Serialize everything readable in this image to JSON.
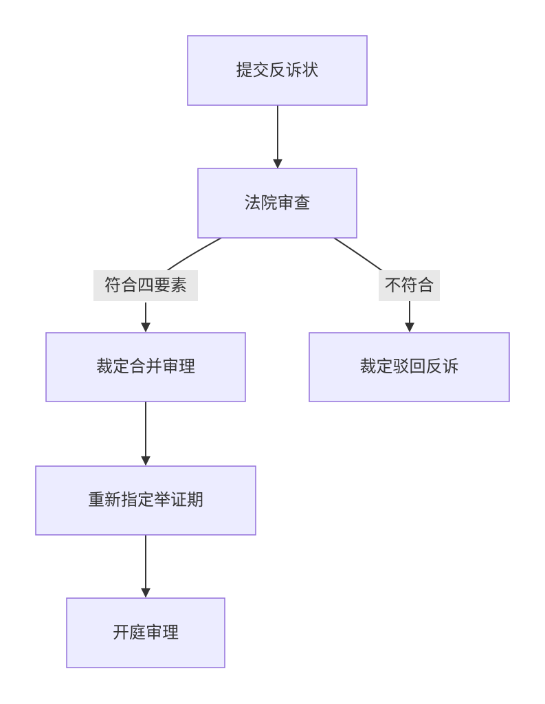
{
  "nodes": {
    "submit": "提交反诉状",
    "review": "法院审查",
    "merge": "裁定合并审理",
    "reject": "裁定驳回反诉",
    "reassign": "重新指定举证期",
    "trial": "开庭审理"
  },
  "edge_labels": {
    "meets": "符合四要素",
    "fails": "不符合"
  },
  "colors": {
    "node_fill": "#ececff",
    "node_stroke": "#9370db",
    "edge": "#333333",
    "label_bg": "#e8e8e8"
  }
}
